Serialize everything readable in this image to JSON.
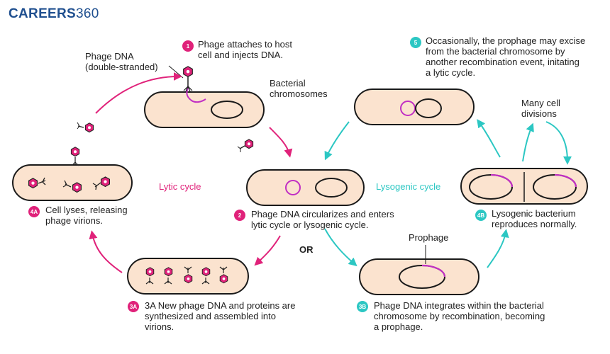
{
  "logo": {
    "text": "CAREERS",
    "num": "360"
  },
  "labels": {
    "phage_dna": "Phage DNA\n(double-stranded)",
    "bacterial_chromosomes": "Bacterial\nchromosomes",
    "lytic_cycle": "Lytic cycle",
    "lysogenic_cycle": "Lysogenic cycle",
    "or": "OR",
    "prophage": "Prophage",
    "many_cell_divisions": "Many cell\ndivisions"
  },
  "steps": [
    {
      "badge": "1",
      "color": "pink",
      "text": "Phage attaches to host\ncell and injects DNA."
    },
    {
      "badge": "2",
      "color": "pink",
      "text": "Phage DNA circularizes and enters\nlytic cycle or lysogenic cycle."
    },
    {
      "badge": "3A",
      "color": "pink",
      "text": "3A New phage DNA and proteins are\nsynthesized and assembled into\nvirions."
    },
    {
      "badge": "4A",
      "color": "pink",
      "text": "Cell lyses, releasing\nphage virions."
    },
    {
      "badge": "3B",
      "color": "teal",
      "text": "Phage DNA integrates within the bacterial\nchromosome by recombination, becoming\na prophage."
    },
    {
      "badge": "4B",
      "color": "teal",
      "text": "Lysogenic bacterium\nreproduces normally."
    },
    {
      "badge": "5",
      "color": "teal",
      "text": "Occasionally, the prophage may excise\nfrom the bacterial chromosome by\nanother recombination event, initating\na lytic cycle."
    }
  ],
  "colors": {
    "pink": "#e0227a",
    "teal": "#2cc7c3",
    "cell_fill": "#fbe3cf",
    "cell_stroke": "#1a1a1a",
    "phage_dna": "#c12fc4"
  }
}
